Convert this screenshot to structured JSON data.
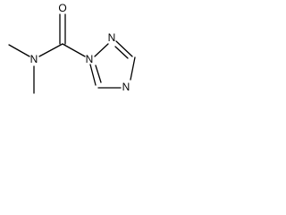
{
  "molecule": {
    "atoms": {
      "carbonyl_oxygen": "O",
      "amide_nitrogen": "N",
      "triazole_n1": "N",
      "triazole_n2": "N",
      "triazole_n4": "N"
    }
  }
}
